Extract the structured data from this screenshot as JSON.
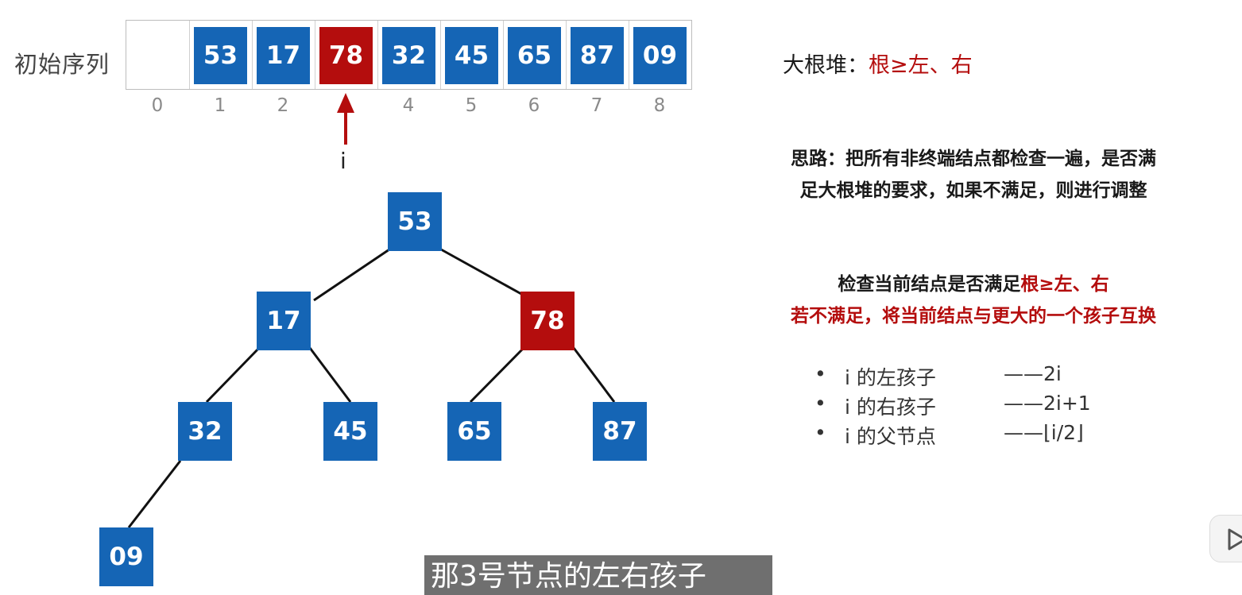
{
  "array": {
    "label": "初始序列",
    "cells": [
      {
        "value": "",
        "state": "empty"
      },
      {
        "value": "53",
        "state": "normal"
      },
      {
        "value": "17",
        "state": "normal"
      },
      {
        "value": "78",
        "state": "current"
      },
      {
        "value": "32",
        "state": "normal"
      },
      {
        "value": "45",
        "state": "normal"
      },
      {
        "value": "65",
        "state": "normal"
      },
      {
        "value": "87",
        "state": "normal"
      },
      {
        "value": "09",
        "state": "normal"
      }
    ],
    "indices": [
      "0",
      "1",
      "2",
      "",
      "4",
      "5",
      "6",
      "7",
      "8"
    ],
    "pointer_label": "i"
  },
  "tree": {
    "nodes": [
      "53",
      "17",
      "78",
      "32",
      "45",
      "65",
      "87",
      "09"
    ]
  },
  "heap": {
    "title_prefix": "大根堆：",
    "title_rule": "根≥左、右"
  },
  "idea": {
    "line1": "思路：把所有非终端结点都检查一遍，是否满",
    "line2": "足大根堆的要求，如果不满足，则进行调整"
  },
  "check": {
    "prefix": "检查当前结点是否满足",
    "rule": "根≥左、右",
    "line2": "若不满足，将当前结点与更大的一个孩子互换"
  },
  "bullets": [
    {
      "text": "i 的左孩子",
      "value": "——2i"
    },
    {
      "text": "i 的右孩子",
      "value": "——2i+1"
    },
    {
      "text": "i 的父节点",
      "value": "——⌊i/2⌋"
    }
  ],
  "subtitle": "那3号节点的左右孩子",
  "colors": {
    "node": "#1565b5",
    "highlight": "#b40d0d"
  }
}
